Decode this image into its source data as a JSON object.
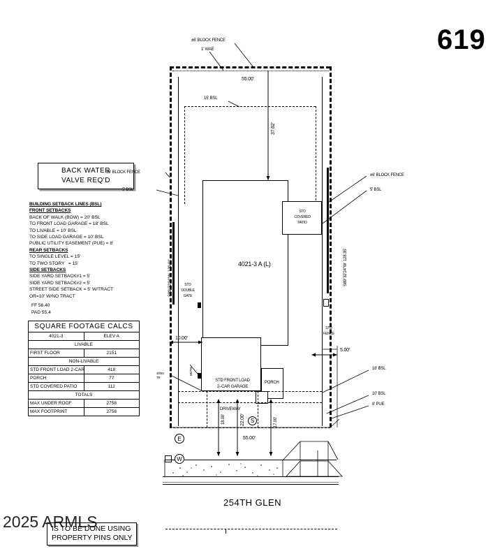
{
  "sheet": {
    "lot_number": "619",
    "plan_label": "4021-3 A (L)",
    "street_name": "254TH GLEN"
  },
  "back_water_valve": {
    "line1": "BACK  WATER",
    "line2": "VALVE REQ'D"
  },
  "setback_notes": {
    "title": "BUILDING SETBACK LINES (BSL)",
    "front_heading": "FRONT SETBACKS",
    "front": [
      "BACK OF WALK (BOW) = 20' BSL",
      "TO FRONT LOAD GARAGE = 18' BSL",
      "TO LIVABLE = 10' BSL",
      "TO SIDE LOAD GARAGE = 10' BSL",
      "PUBLIC UTILITY EASEMENT (PUE) = 8'"
    ],
    "rear_heading": "REAR SETBACKS",
    "rear": [
      "TO SINGLE LEVEL = 15'",
      "TO TWO STORY   = 15'"
    ],
    "side_heading": "SIDE SETBACKS",
    "side": [
      "SIDE YARD SETBACK#1 = 5'",
      "SIDE YARD SETBACK#2 = 5'",
      "STREET SIDE SETBACK = 5' W/TRACT",
      "OR=10' W/NO TRACT"
    ],
    "elevations": [
      "FF 56.40",
      "PAD 55.4"
    ]
  },
  "square_footage": {
    "title": "SQUARE FOOTAGE CALCS",
    "plan": "4021-3",
    "elevation": "ELEV A",
    "sections": [
      {
        "header": "LIVABLE",
        "rows": [
          {
            "label": "FIRST FLOOR",
            "value": "2151"
          }
        ]
      },
      {
        "header": "NON-LIVABLE",
        "rows": [
          {
            "label": "STD FRONT LOAD 2-CAR GARAGE",
            "value": "418"
          },
          {
            "label": "PORCH",
            "value": "77"
          },
          {
            "label": "STD COVERED PATIO",
            "value": "112"
          }
        ]
      },
      {
        "header": "TOTALS",
        "rows": [
          {
            "label": "MAX UNDER ROOF",
            "value": "2758"
          },
          {
            "label": "MAX FOOTPRINT",
            "value": "2758"
          }
        ]
      }
    ]
  },
  "staking_note": {
    "text": "IS TO BE DONE USING\nPROPERTY PINS ONLY",
    "watermark": "2025 ARMLS"
  },
  "plot_labels": {
    "block_fence_top": "±6' BLOCK FENCE",
    "wae_top": "1' WAE",
    "block_fence_left": "±6' BLOCK FENCE",
    "bsl_5_left": "5' BSL",
    "block_fence_right": "±6' BLOCK FENCE",
    "bsl_5_right": "5' BSL",
    "bsl_15_rear": "15' BSL",
    "bsl_18": "18' BSL",
    "bsl_10": "10' BSL",
    "pue_8": "8' PUE",
    "std_covered_patio": "STD\nCOVERED\nPATIO",
    "std_double_gate": "STD\nDOUBLE\nGATE",
    "std_fence": "STD\nFENCE",
    "garage": "STD FRONT LOAD\n2-CAR GARAGE",
    "porch": "PORCH",
    "driveway": "DRIVEWAY",
    "side_small": "BE/TB",
    "side_small2": "40'BS\nTB"
  },
  "dimensions": {
    "top_width": "55.00'",
    "rear_depth": "37.62'",
    "left_bearing": "S89°32'24\"W  129.01'",
    "right_bearing": "S89°32'24\"W  128.35'",
    "left_offset": "10.00'",
    "right_offset": "5.00'",
    "driveway_18": "18.00'",
    "driveway_22": "22.00'",
    "porch_17": "17.00'",
    "frontage": "55.00'"
  },
  "utility_markers": {
    "electric": "E",
    "water": "W",
    "sewer": "S"
  }
}
